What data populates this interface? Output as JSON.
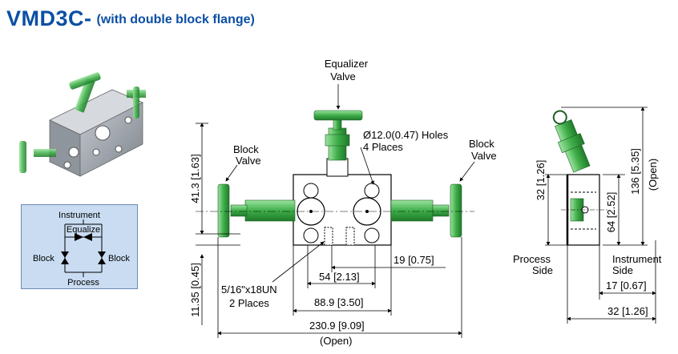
{
  "header": {
    "model": "VMD3C-",
    "subtitle": "(with double block flange)"
  },
  "schematic": {
    "instrument": "Instrument",
    "equalize": "Equalize",
    "block_left": "Block",
    "block_right": "Block",
    "process": "Process"
  },
  "front_view": {
    "equalizer_valve_line1": "Equalizer",
    "equalizer_valve_line2": "Valve",
    "holes_line1": "Ø12.0(0.47) Holes",
    "holes_line2": "4 Places",
    "block_valve_left_line1": "Block",
    "block_valve_left_line2": "Valve",
    "block_valve_right_line1": "Block",
    "block_valve_right_line2": "Valve",
    "dim_height_top": "41.3 [1.63]",
    "dim_height_bottom": "11.35 [0.45]",
    "dim_19": "19 [0.75]",
    "dim_54": "54 [2.13]",
    "dim_889": "88.9 [3.50]",
    "dim_2309": "230.9 [9.09]",
    "open_label": "(Open)",
    "thread_line1": "5/16\"x18UN",
    "thread_line2": "2 Places"
  },
  "side_view": {
    "dim_32_126": "32 [1.26]",
    "dim_64": "64 [2.52]",
    "dim_136": "136 [5.35]",
    "open_label": "(Open)",
    "process_side_line1": "Process",
    "process_side_line2": "Side",
    "instrument_side_line1": "Instrument",
    "instrument_side_line2": "Side",
    "dim_17": "17 [0.67]",
    "dim_32_bottom": "32 [1.26]"
  },
  "colors": {
    "title_blue": "#0b4fa3",
    "valve_green": "#3fae49",
    "body_grey": "#9aa0a8",
    "schematic_bg": "#c9dcf2"
  }
}
